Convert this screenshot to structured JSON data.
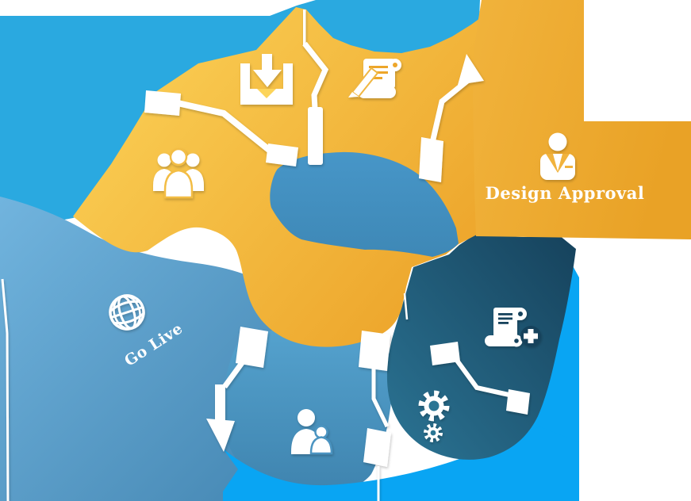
{
  "diagram": {
    "type": "process-cycle-infographic",
    "labels": {
      "design_approval": "Design Approval",
      "go_live": "Go Live"
    },
    "segments": [
      {
        "id": "team",
        "icon": "group-users-icon",
        "label": ""
      },
      {
        "id": "download",
        "icon": "download-tray-icon",
        "label": ""
      },
      {
        "id": "contract-signing",
        "icon": "signature-scroll-icon",
        "label": ""
      },
      {
        "id": "design-approval",
        "icon": "businessman-icon",
        "label": "Design Approval"
      },
      {
        "id": "content-scroll",
        "icon": "scroll-plus-icon",
        "label": ""
      },
      {
        "id": "development",
        "icon": "gears-icon",
        "label": ""
      },
      {
        "id": "handoff",
        "icon": "two-users-icon",
        "label": ""
      },
      {
        "id": "go-live",
        "icon": "globe-icon",
        "label": "Go Live"
      }
    ],
    "colors": {
      "azure": "#2AA9E0",
      "bright_blue": "#09A5F3",
      "yellow_light": "#FCD45A",
      "yellow_deep": "#EDA62C",
      "orange_light": "#F1B33C",
      "orange_deep": "#E9A226",
      "navy_light": "#2B7494",
      "navy_dark": "#16425C",
      "steel_light": "#55A3CF",
      "steel_dark": "#3F84AF",
      "golive_light": "#71B4DE",
      "golive_dark": "#4486B2",
      "center_light": "#4796C8",
      "center_dark": "#3E88B6",
      "white": "#FFFFFF"
    }
  }
}
